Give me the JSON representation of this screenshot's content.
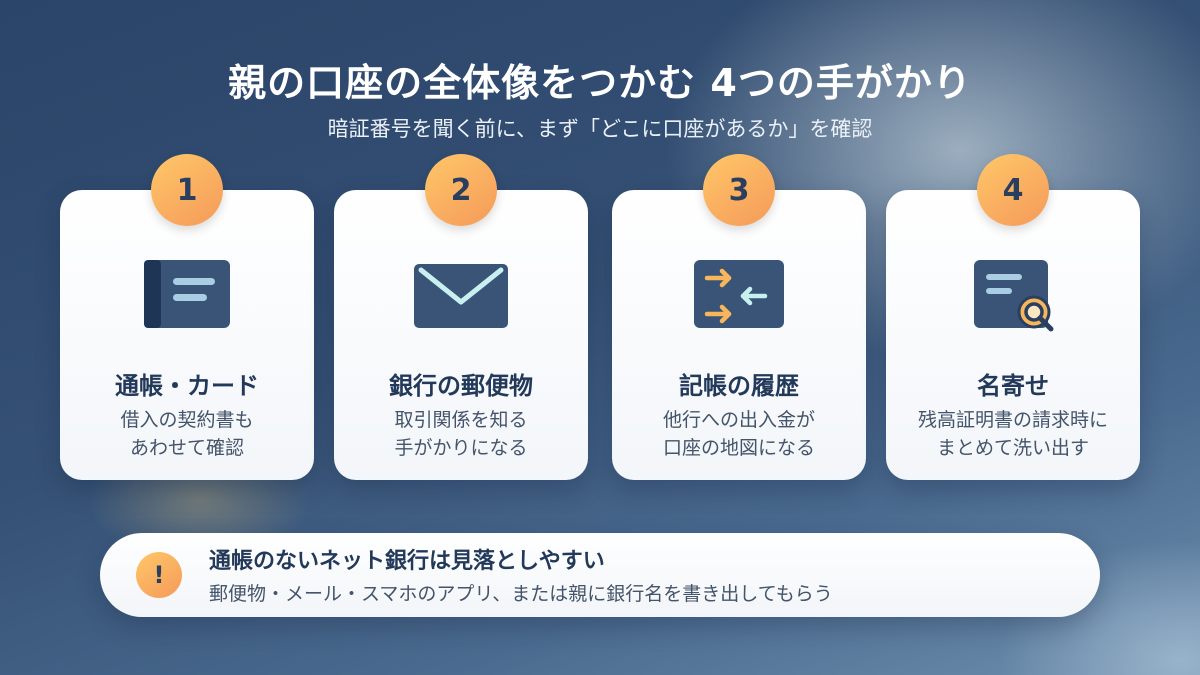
{
  "header": {
    "title": "親の口座の全体像をつかむ 4つの手がかり",
    "subtitle": "暗証番号を聞く前に、まず「どこに口座があるか」を確認"
  },
  "cards": [
    {
      "number": "1",
      "title": "通帳・カード",
      "desc": [
        "借入の契約書も",
        "あわせて確認"
      ],
      "icon": "passbook-icon"
    },
    {
      "number": "2",
      "title": "銀行の郵便物",
      "desc": [
        "取引関係を知る",
        "手がかりになる"
      ],
      "icon": "mail-icon"
    },
    {
      "number": "3",
      "title": "記帳の履歴",
      "desc": [
        "他行への出入金が",
        "口座の地図になる"
      ],
      "icon": "transfer-icon"
    },
    {
      "number": "4",
      "title": "名寄せ",
      "desc": [
        "残高証明書の請求時に",
        "まとめて洗い出す"
      ],
      "icon": "document-search-icon"
    }
  ],
  "note": {
    "icon_text": "!",
    "title": "通帳のないネット銀行は見落としやすい",
    "text": "郵便物・メール・スマホのアプリ、または親に銀行名を書き出してもらう"
  },
  "colors": {
    "navy": "#3a5478",
    "accent": "#f7b65c",
    "light_blue": "#a9cde3"
  }
}
